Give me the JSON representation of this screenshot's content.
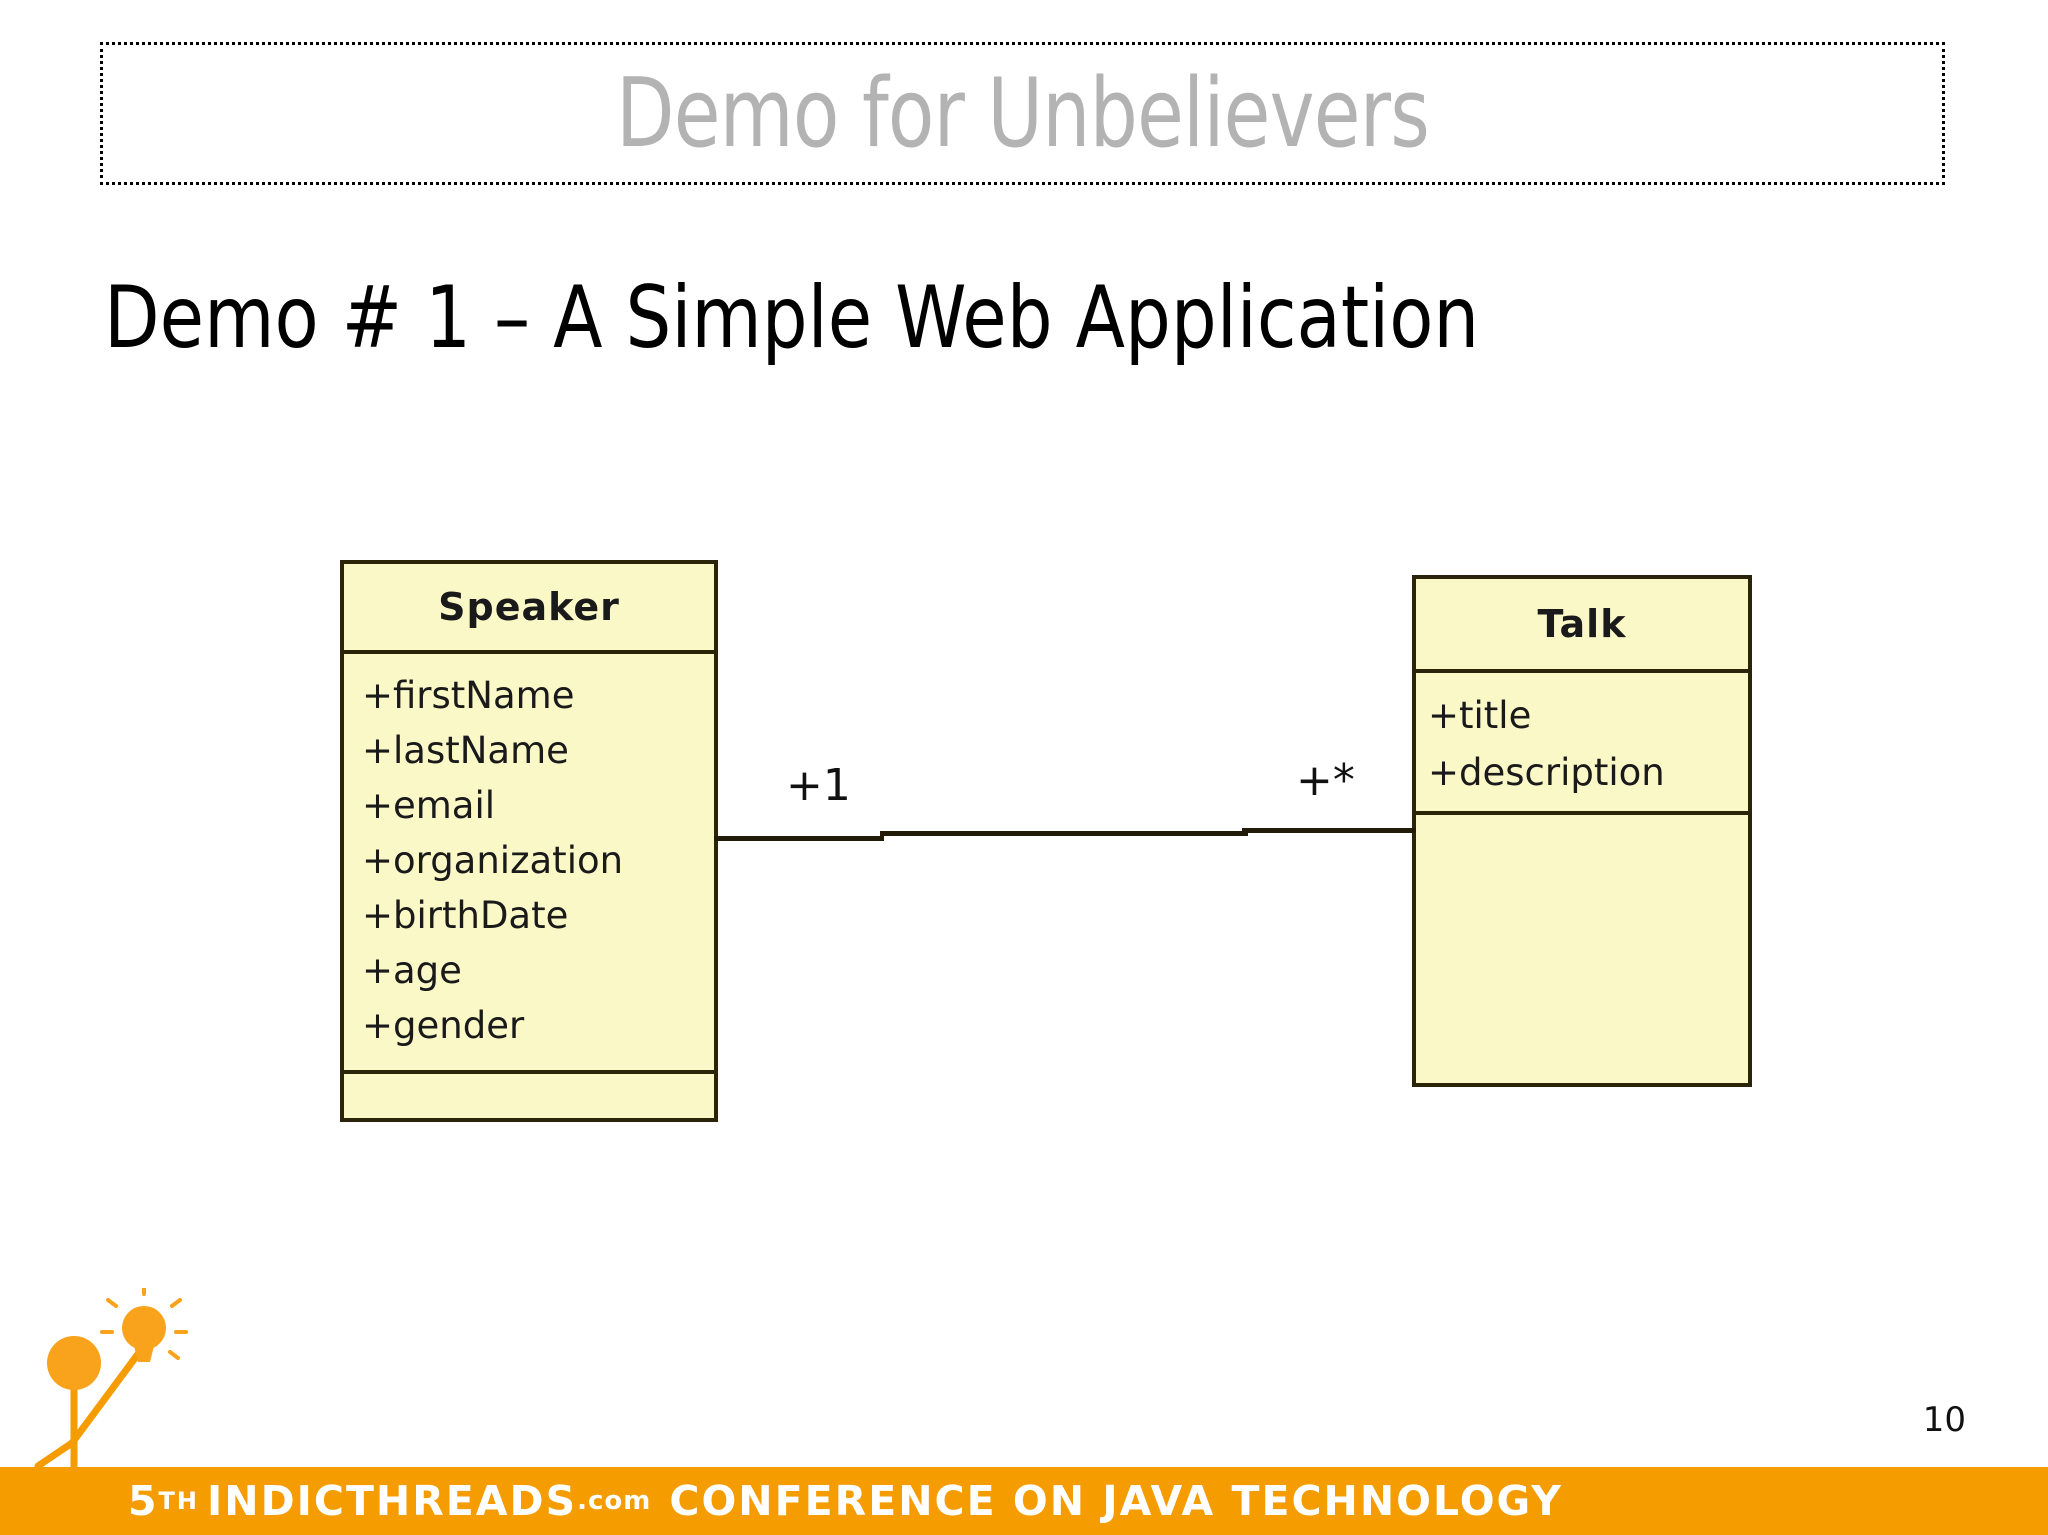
{
  "slide": {
    "title": "Demo for Unbelievers",
    "subtitle": "Demo # 1 – A Simple Web Application",
    "page_number": "10",
    "title_color": "#b3b3b3",
    "subtitle_color": "#000000",
    "background_color": "#ffffff"
  },
  "diagram": {
    "type": "uml-class-diagram",
    "class_fill_color": "#fbf8c8",
    "class_border_color": "#2b2408",
    "classes": [
      {
        "name": "Speaker",
        "attributes": [
          "+firstName",
          "+lastName",
          "+email",
          "+organization",
          "+birthDate",
          "+age",
          "+gender"
        ],
        "methods": []
      },
      {
        "name": "Talk",
        "attributes": [
          "+title",
          "+description"
        ],
        "methods": []
      }
    ],
    "association": {
      "source_multiplicity": "+1",
      "target_multiplicity": "+*",
      "line_color": "#231b09"
    }
  },
  "footer": {
    "ordinal": "5",
    "ordinal_suffix": "TH",
    "brand": "INDICTHREADS",
    "brand_suffix": ".com",
    "tagline": "CONFERENCE ON JAVA TECHNOLOGY",
    "background_color": "#f59c00",
    "text_color": "#ffffff",
    "logo_color": "#f59c00"
  }
}
